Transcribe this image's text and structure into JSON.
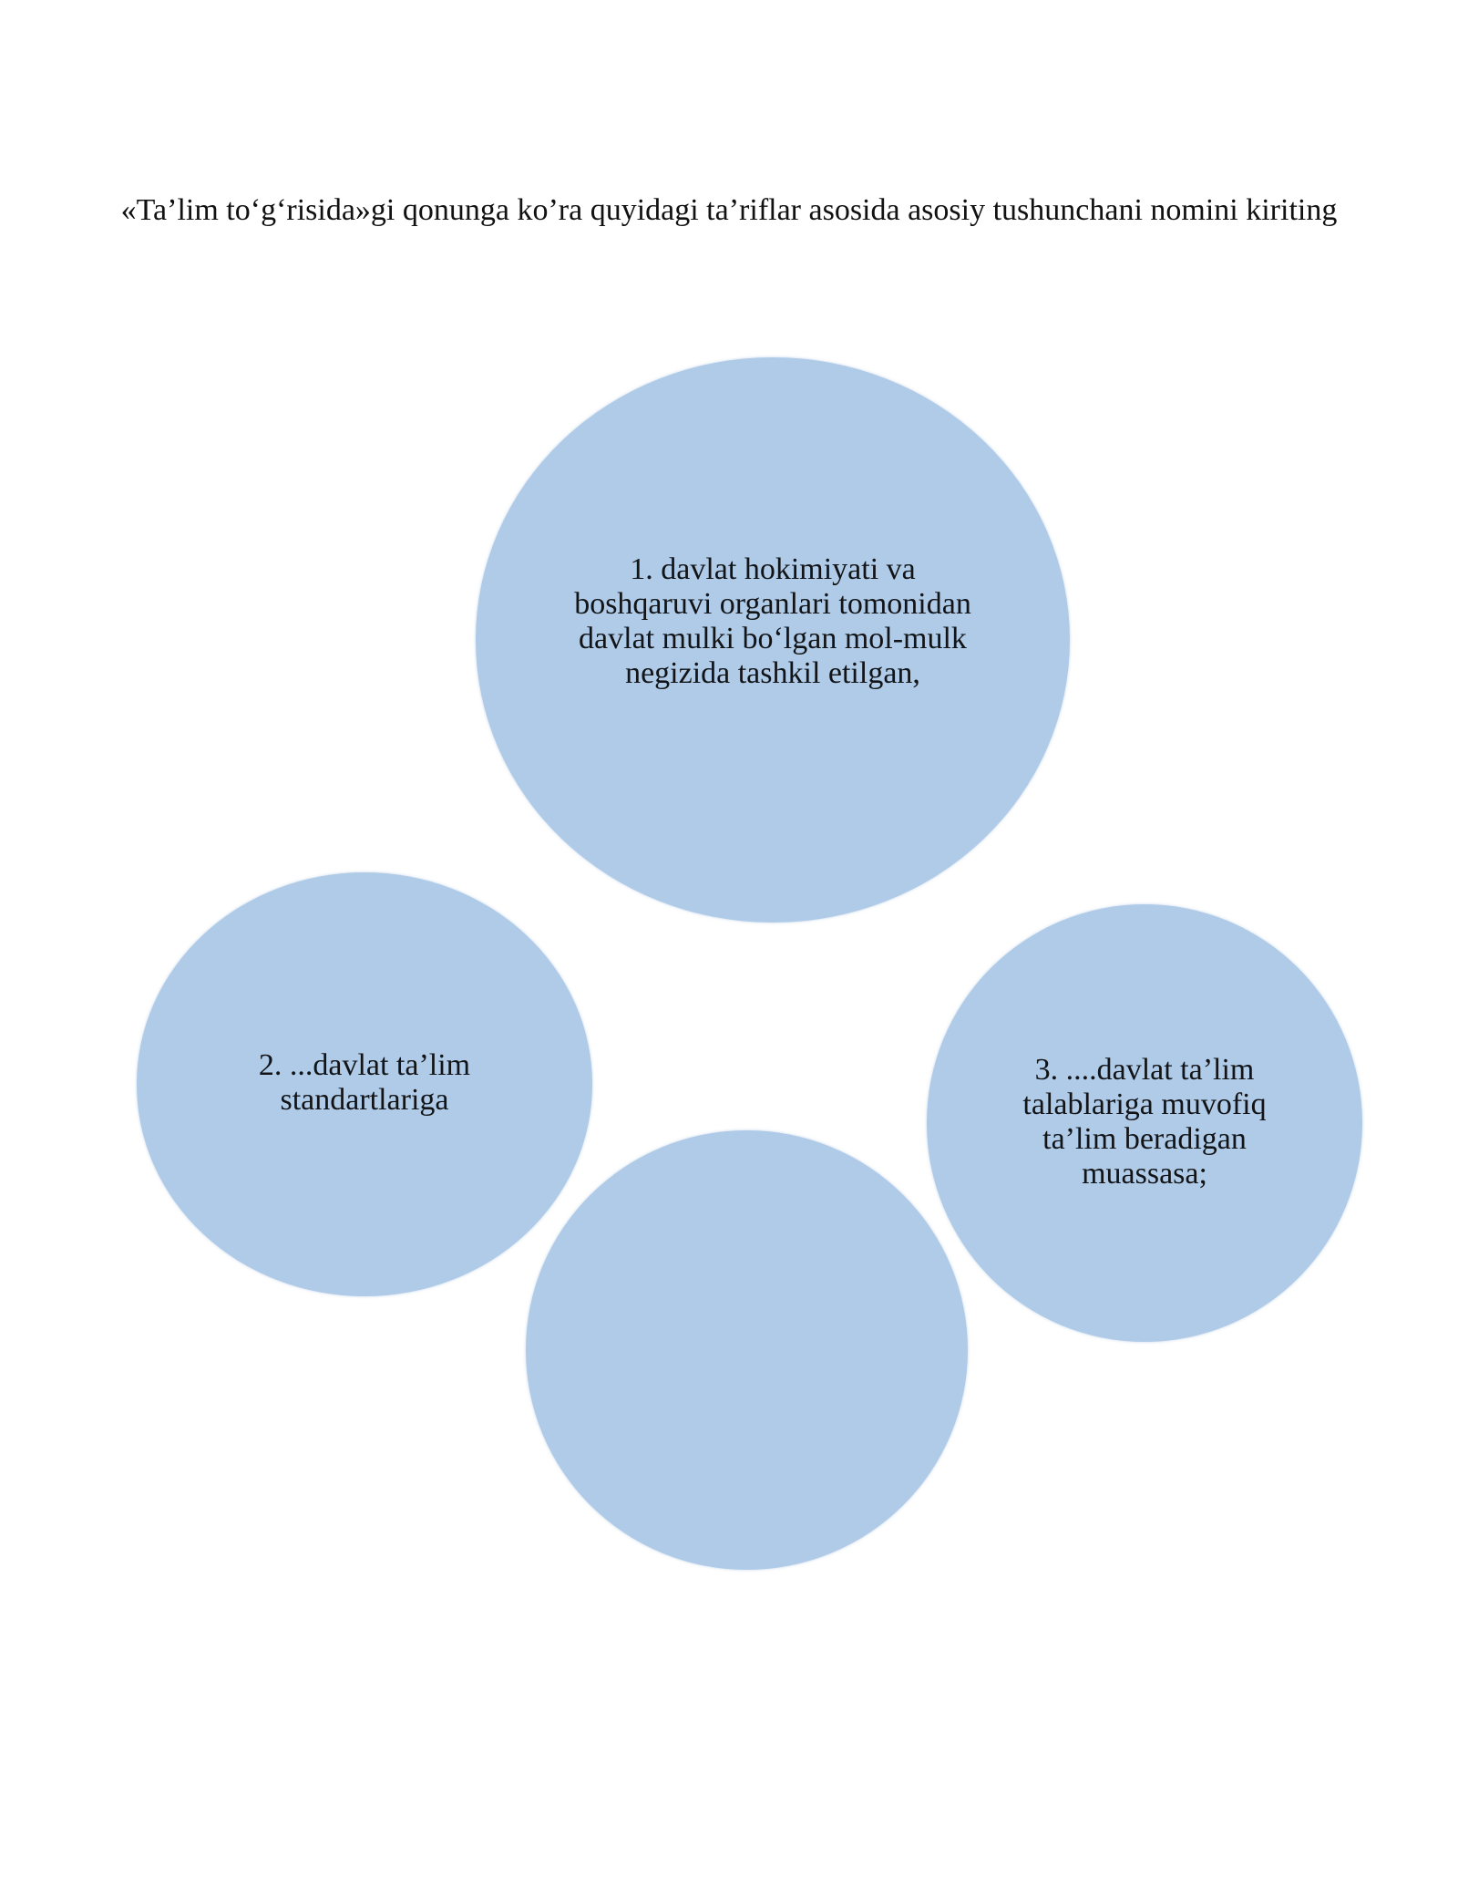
{
  "title": "«Ta’lim to‘g‘risida»gi qonunga ko’ra quyidagi ta’riflar asosida asosiy tushunchani nomini kiriting",
  "colors": {
    "circle_fill": "#afcbe8",
    "text": "#111111",
    "background": "#ffffff"
  },
  "circles": [
    {
      "id": "1",
      "text": "1. davlat hokimiyati va boshqaruvi organlari tomonidan davlat mulki bo‘lgan mol-mulk negizida tashkil etilgan,"
    },
    {
      "id": "2",
      "text": "2. ...davlat ta’lim standartlariga"
    },
    {
      "id": "3",
      "text": "3. ....davlat ta’lim talablariga muvofiq ta’lim beradigan muassasa;"
    },
    {
      "id": "4",
      "text": ""
    }
  ]
}
